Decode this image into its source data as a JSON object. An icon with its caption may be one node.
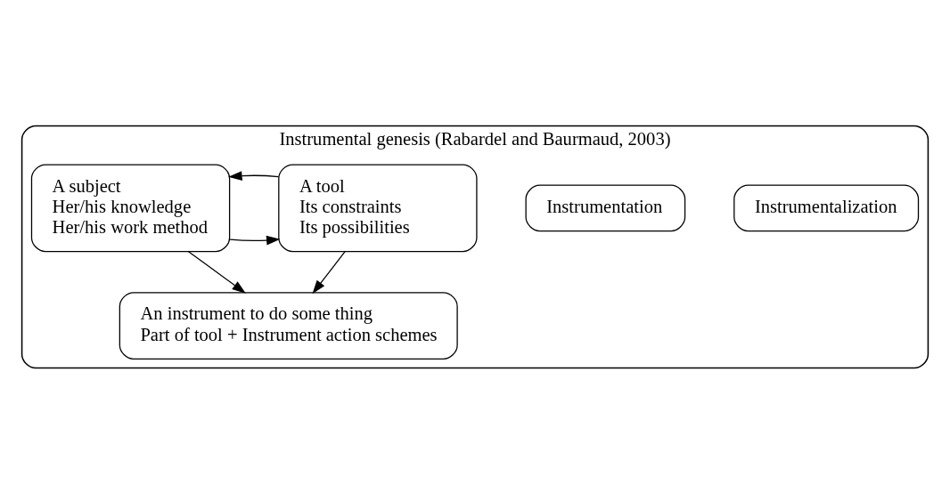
{
  "diagram": {
    "nodes": [
      {
        "text": [
          "Instrumental genesis (Rabardel and Baurmaud, 2003)"
        ]
      },
      {
        "text": [
          "A tool",
          "Its constraints",
          "Its possibilities"
        ],
        "in": 0
      },
      {
        "text": [
          "Instrumentalization"
        ],
        "in": 0
      },
      {
        "text": [
          "Instrumentation"
        ],
        "in": 0
      },
      {
        "text": [
          "A subject",
          "Her/his knowledge",
          "Her/his work method"
        ],
        "in": 0
      },
      {
        "text": [
          "An instrument to do some thing",
          "Part of tool + Instrument action schemes"
        ],
        "in": 0
      }
    ],
    "edges": [
      {
        "from": 4,
        "to": 1,
        "arrow": "to"
      },
      {
        "from": 1,
        "to": 4,
        "arrow": "to"
      },
      {
        "from": 1,
        "to": 5,
        "arrow": "to"
      },
      {
        "from": 4,
        "to": 5,
        "arrow": "to"
      }
    ]
  }
}
